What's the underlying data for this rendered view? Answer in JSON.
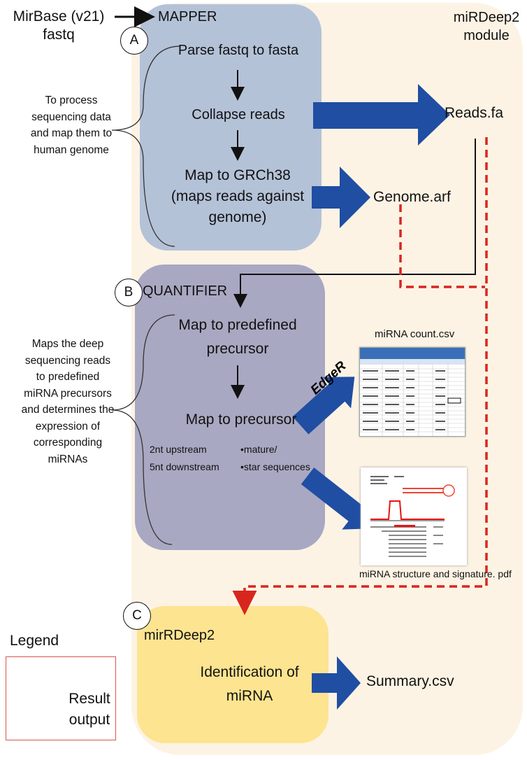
{
  "module_label": "miRDeep2\nmodule",
  "input": {
    "source": "MirBase (v21)",
    "format": "fastq"
  },
  "panel_a": {
    "marker": "A",
    "title": "MAPPER",
    "steps": [
      "Parse fastq to fasta",
      "Collapse reads",
      "Map to GRCh38\n(maps reads against\ngenome)"
    ],
    "description": "To process\nsequencing data\nand map them to\nhuman genome"
  },
  "outputs_a": {
    "reads": "Reads.fa",
    "genome": "Genome.arf"
  },
  "panel_b": {
    "marker": "B",
    "title": "QUANTIFIER",
    "steps": [
      "Map to predefined\nprecursor",
      "Map to  precursor"
    ],
    "detail_left": "2nt upstream\n5nt downstream",
    "detail_right": "•mature/\n•star sequences",
    "description": "Maps the deep\nsequencing reads\nto predefined\nmiRNA precursors\nand determines the\nexpression of\ncorresponding\nmiRNAs"
  },
  "outputs_b": {
    "count_file": "miRNA count.csv",
    "edger_label": "EdgeR",
    "structure_file": "miRNA structure and signature. pdf"
  },
  "panel_c": {
    "marker": "C",
    "title": "mirRDeep2",
    "step": "Identification of\nmiRNA",
    "output": "Summary.csv"
  },
  "legend": {
    "title": "Legend",
    "label": "Result\noutput"
  },
  "colors": {
    "arrow": "#1f4ea3",
    "dashed": "#d7261e",
    "panel_a": "#b4c2d8",
    "panel_b": "#a9a8c2",
    "panel_c": "#fde490",
    "module_bg": "#fdf3e4"
  }
}
